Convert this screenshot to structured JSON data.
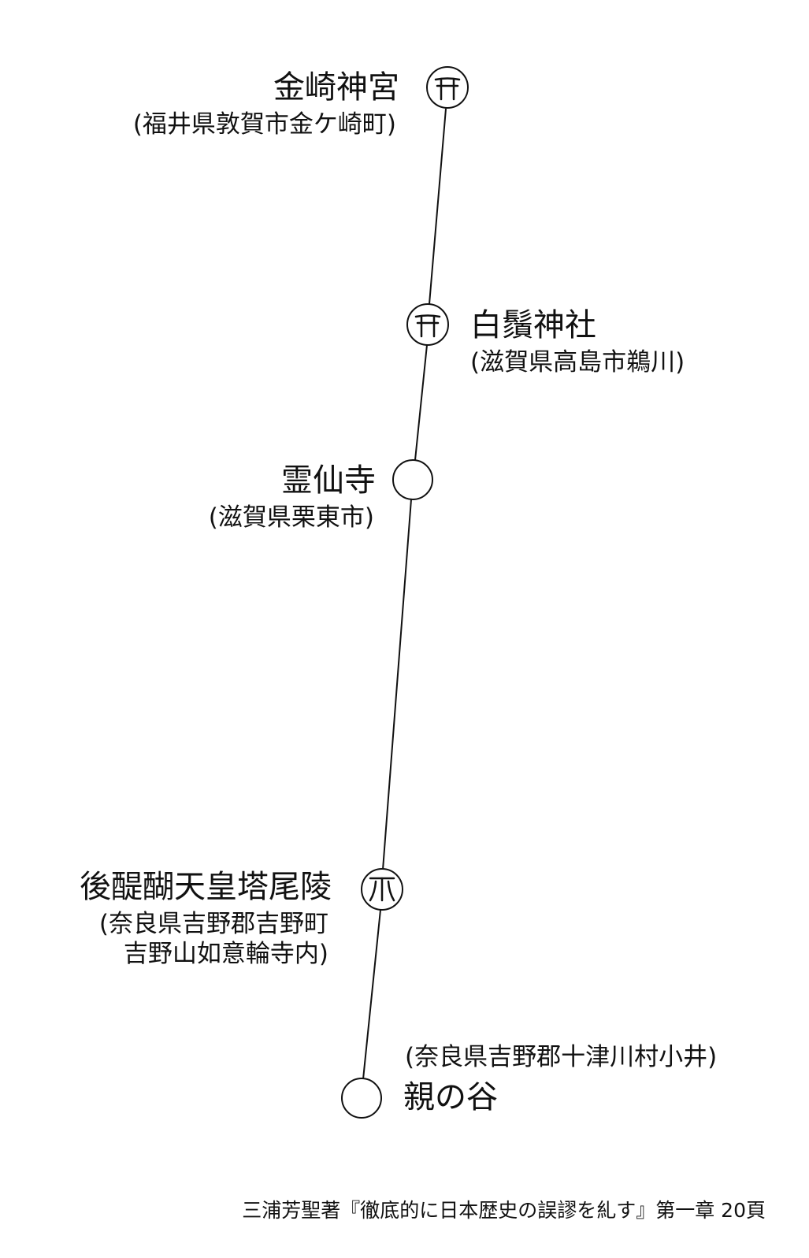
{
  "sites": [
    {
      "id": "kanegasaki",
      "name": "金崎神宮",
      "address": "(福井県敦賀市金ケ崎町)",
      "marker": "torii",
      "symbol": "⛩"
    },
    {
      "id": "shirahige",
      "name": "白鬚神社",
      "address": "(滋賀県高島市鵜川)",
      "marker": "torii",
      "symbol": "⛩"
    },
    {
      "id": "ryosenji",
      "name": "霊仙寺",
      "address": "(滋賀県栗東市)",
      "marker": "circle",
      "symbol": ""
    },
    {
      "id": "godaigo",
      "name": "後醍醐天皇塔尾陵",
      "address_line1": "(奈良県吉野郡吉野町",
      "address_line2": "吉野山如意輪寺内)",
      "marker": "tomb",
      "symbol": "⊓"
    },
    {
      "id": "oyanotani",
      "name": "親の谷",
      "address": "(奈良県吉野郡十津川村小井)",
      "marker": "circle",
      "symbol": ""
    }
  ],
  "credit": "三浦芳聖著『徹底的に日本歴史の誤謬を糺す』第一章 20頁"
}
